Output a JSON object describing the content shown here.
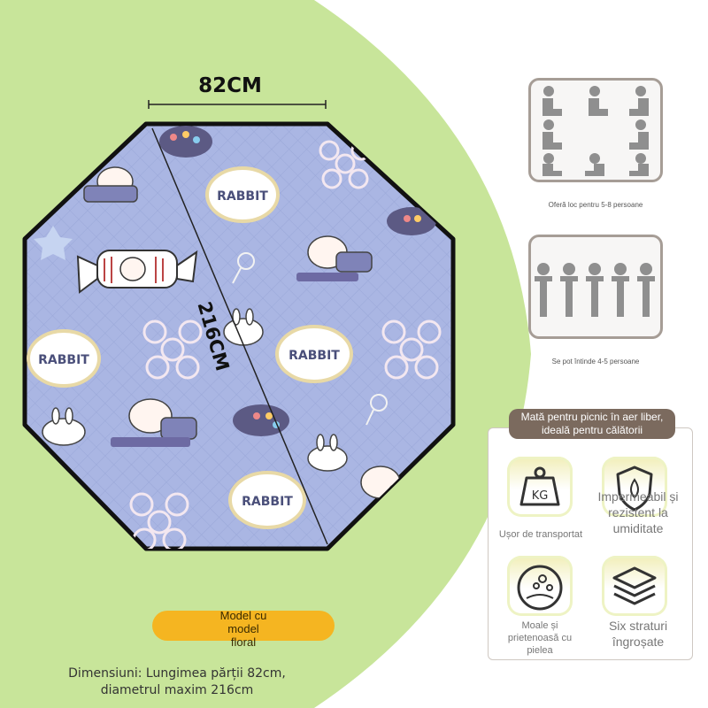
{
  "mat": {
    "side_label": "82CM",
    "diameter_label": "216CM",
    "print_words": [
      "RABBIT",
      "RABBIT",
      "RABBIT",
      "RABBIT"
    ]
  },
  "pattern_badge": "Model cu\nmodel\nfloral",
  "dimensions_text": "Dimensiuni: Lungimea părții 82cm,\ndiametrul maxim 216cm",
  "panels": [
    {
      "caption": "Oferă loc pentru 5-8 persoane",
      "icon": "seated-people-icon"
    },
    {
      "caption": "Se pot întinde 4-5 persoane",
      "icon": "lying-people-icon"
    }
  ],
  "features": {
    "title": "Mată pentru picnic în aer liber, ideală pentru călătorii",
    "items": [
      {
        "label": "Ușor de transportat",
        "icon": "kg-weight-icon",
        "icon_text": "KG"
      },
      {
        "label": "Impermeabil și rezistent la umiditate",
        "icon": "waterproof-shield-icon"
      },
      {
        "label": "Moale și prietenoasă cu pielea",
        "icon": "soft-bubbles-icon"
      },
      {
        "label": "Six straturi îngroșate",
        "icon": "layers-icon"
      }
    ]
  },
  "colors": {
    "background_green": "#c8e59a",
    "mat_blue": "#a9b7e4",
    "mat_border": "#111111",
    "badge_yellow": "#f5b521",
    "panel_border": "#a69d96",
    "title_brown": "#7b6a5e"
  }
}
